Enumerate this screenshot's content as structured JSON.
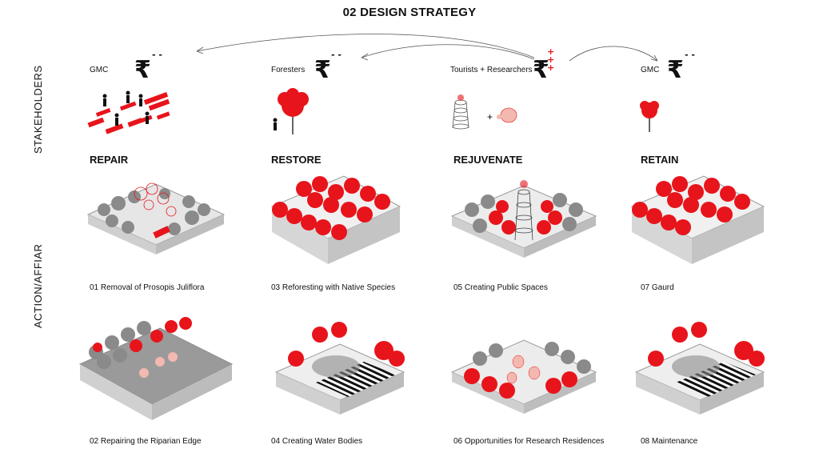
{
  "title": "02 DESIGN STRATEGY",
  "row_labels": {
    "stakeholders": "STAKEHOLDERS",
    "action": "ACTION/AFFIAR"
  },
  "stakeholders": [
    {
      "name": "GMC",
      "sign": "- -"
    },
    {
      "name": "Foresters",
      "sign": "- -"
    },
    {
      "name": "Tourists + Researchers",
      "sign": "+ + +"
    },
    {
      "name": "GMC",
      "sign": "- -"
    }
  ],
  "currency_symbol": "₹",
  "plus_symbol": "+",
  "strategies": [
    "REPAIR",
    "RESTORE",
    "REJUVENATE",
    "RETAIN"
  ],
  "actions_row1": [
    "01 Removal of Prosopis Juliflora",
    "03 Reforesting with Native Species",
    "05 Creating Public Spaces",
    "07 Gaurd"
  ],
  "actions_row2": [
    "02 Repairing the Riparian Edge",
    "04 Creating Water Bodies",
    "06 Opportunities for Research Residences",
    "08 Maintenance"
  ],
  "colors": {
    "accent": "#e8141b",
    "grey": "#8a8a8a",
    "dark": "#111111"
  }
}
